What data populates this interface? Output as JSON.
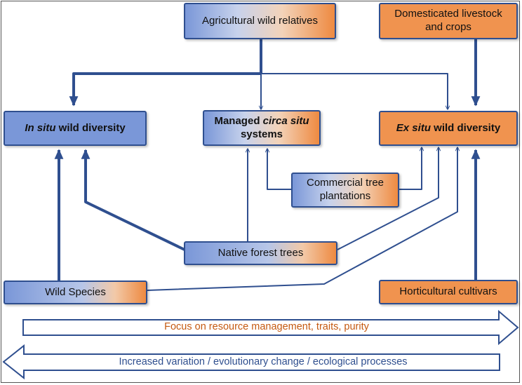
{
  "nodes": {
    "agri_wild": {
      "text": "Agricultural wild relatives"
    },
    "domesticated": {
      "text": "Domesticated livestock and crops"
    },
    "in_situ": {
      "italic": "In situ",
      "rest": " wild diversity"
    },
    "circa_situ": {
      "pre": "Managed ",
      "italic": "circa situ",
      "rest": " systems"
    },
    "ex_situ": {
      "italic": "Ex situ",
      "rest": " wild diversity"
    },
    "commercial": {
      "text": "Commercial tree plantations"
    },
    "native": {
      "text": "Native forest trees"
    },
    "wild_species": {
      "text": "Wild Species"
    },
    "horticultural": {
      "text": "Horticultural cultivars"
    }
  },
  "arrows": {
    "right": {
      "text": "Focus on resource management, traits, purity",
      "color": "#c55a11"
    },
    "left": {
      "text": "Increased variation / evolutionary change / ecological processes",
      "color": "#2f4f8f"
    }
  },
  "colors": {
    "line": "#2f4f8f",
    "blue": "#7a97d8",
    "orange": "#f0934f"
  }
}
